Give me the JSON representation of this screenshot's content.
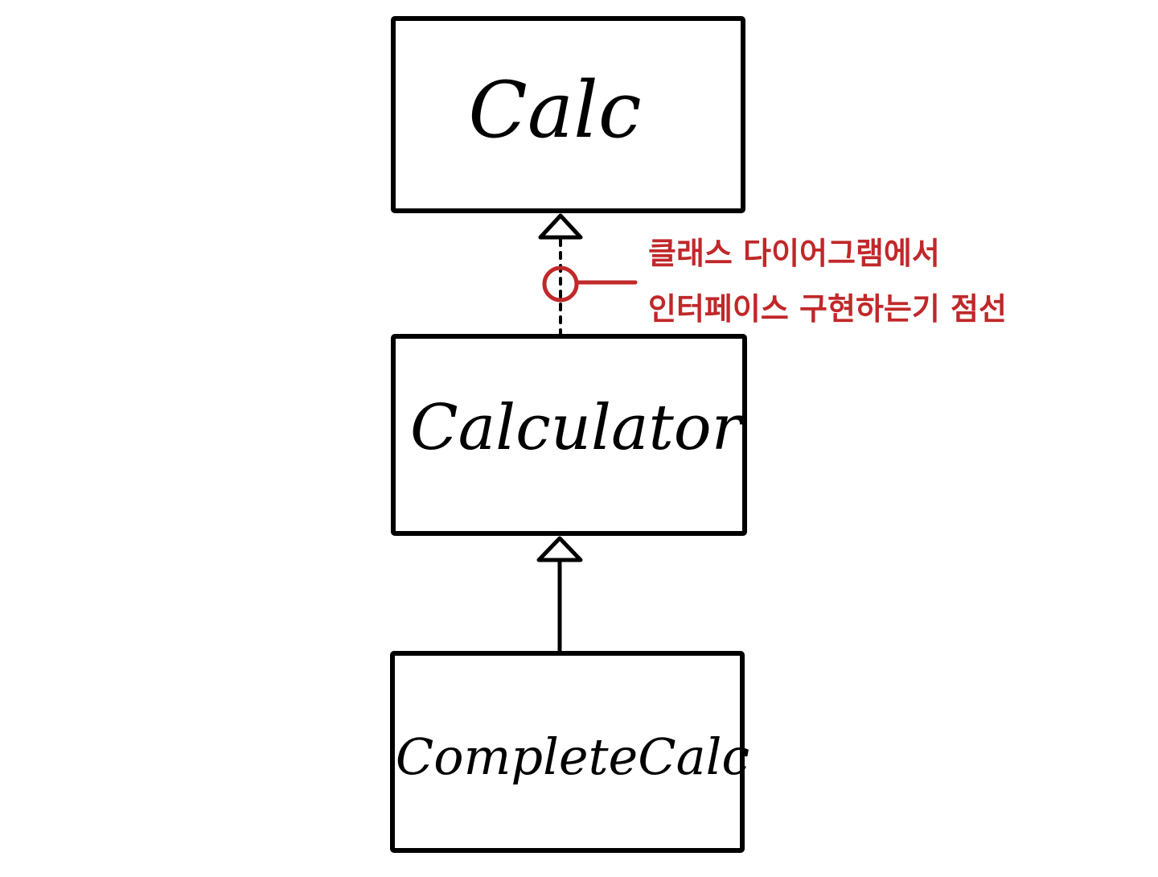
{
  "classes": {
    "calc": {
      "name": "Calc"
    },
    "calculator": {
      "name": "Calculator"
    },
    "complete_calc": {
      "name": "CompleteCalc"
    }
  },
  "relations": [
    {
      "from": "Calculator",
      "to": "Calc",
      "kind": "realization",
      "line": "dashed",
      "arrowhead": "hollow-triangle"
    },
    {
      "from": "CompleteCalc",
      "to": "Calculator",
      "kind": "generalization",
      "line": "solid",
      "arrowhead": "hollow-triangle"
    }
  ],
  "annotation": {
    "line1": "클래스 다이어그램에서",
    "line2": "인터페이스 구현하는기 점선",
    "color": "#c0282a"
  },
  "colors": {
    "stroke": "#000000",
    "background": "#ffffff",
    "annotation": "#c0282a"
  }
}
